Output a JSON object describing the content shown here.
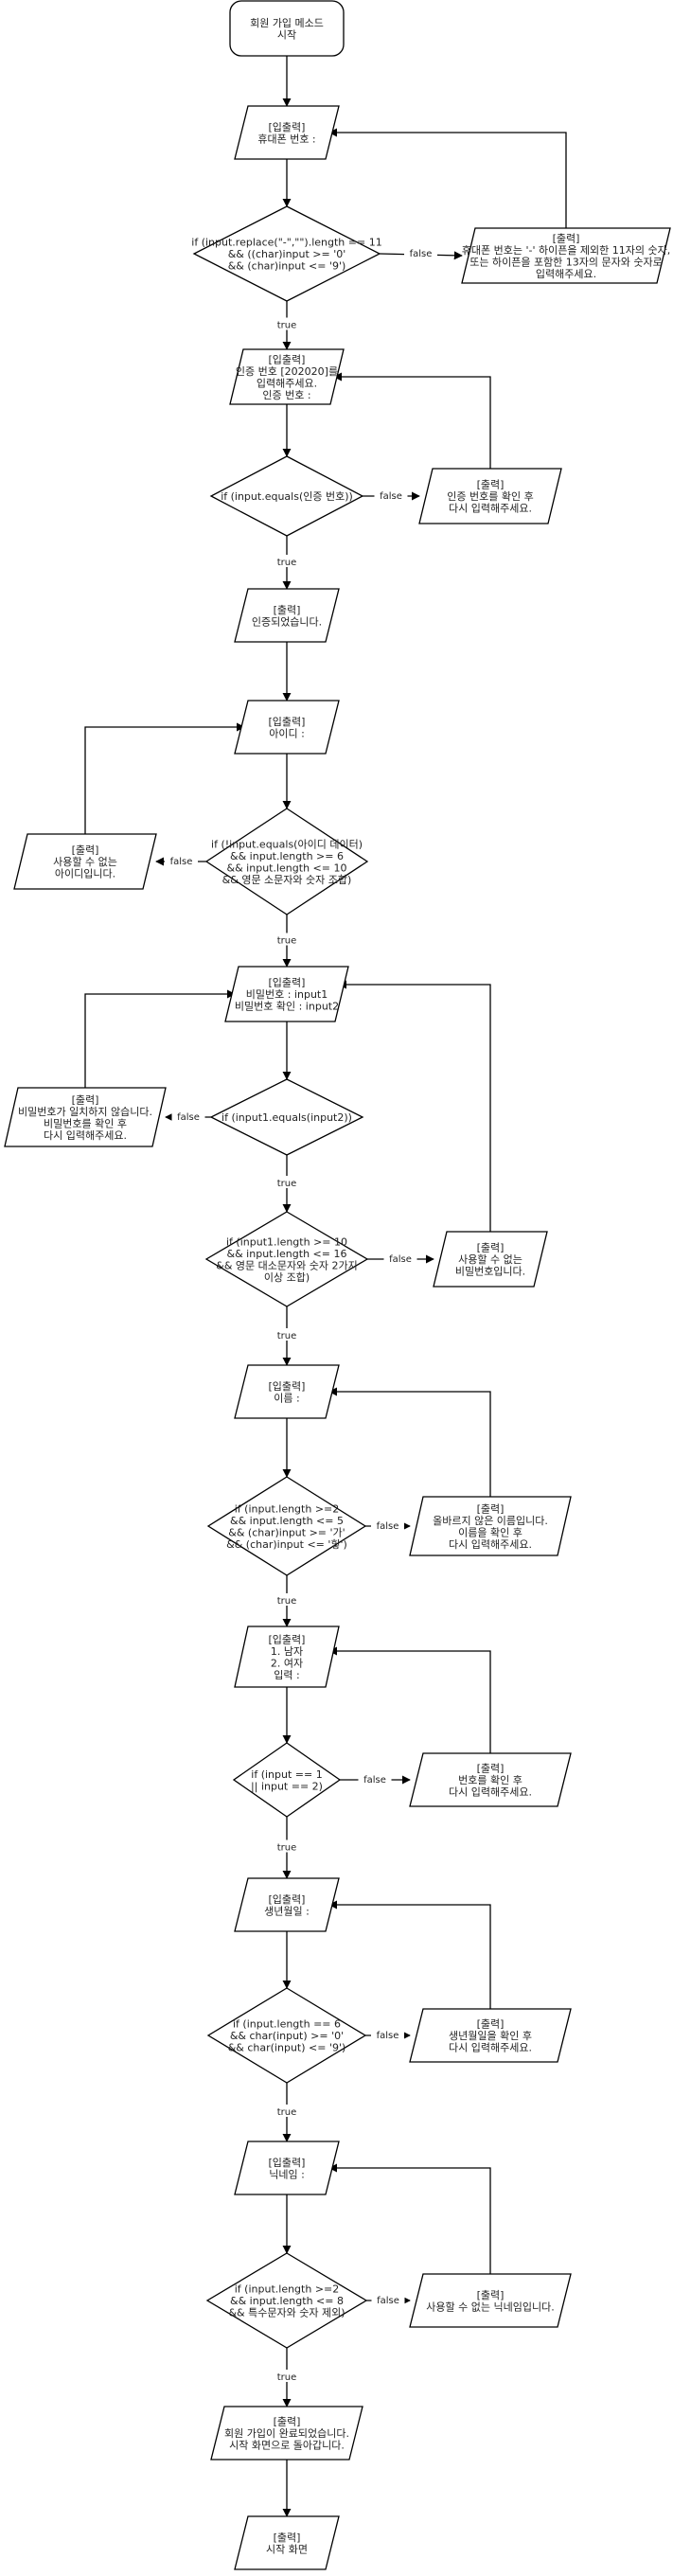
{
  "flowchart": {
    "start": "회원 가입 메소드\n시작",
    "phone_input": "[입출력]\n휴대폰 번호 :",
    "phone_check": "if (input.replace(\"-\",\"\").length == 11\n&&  ((char)input >= '0'\n&& (char)input <= '9')",
    "phone_error": "[출력]\n휴대폰 번호는 '-' 하이픈을 제외한 11자의 숫자,\n또는 하이픈을 포함한 13자의 문자와 숫자로\n입력해주세요.",
    "auth_input": "[입출력]\n인증 번호 [202020]를\n입력해주세요.\n인증 번호 :",
    "auth_check": "if (input.equals(인증 번호))",
    "auth_error": "[출력]\n인증 번호를 확인 후\n다시 입력해주세요.",
    "auth_ok": "[출력]\n인증되었습니다.",
    "id_input": "[입출력]\n아이디 :",
    "id_check": "if (!input.equals(아이디 데이터)\n&& input.length >= 6\n&& input.length <= 10\n&& 영문 소문자와 숫자 조합)",
    "id_error": "[출력]\n사용할 수 없는\n아이디입니다.",
    "pw_input": "[입출력]\n비밀번호 : input1\n비밀번호 확인 : input2",
    "pw_match_check": "if (input1.equals(input2))",
    "pw_match_error": "[출력]\n비밀번호가 일치하지 않습니다.\n비밀번호를 확인 후\n다시 입력해주세요.",
    "pw_rule_check": "if (input1.length >= 10\n&& input.length <= 16\n&& 영문 대소문자와 숫자 2가지\n이상 조합)",
    "pw_rule_error": "[출력]\n사용할 수 없는\n비밀번호입니다.",
    "name_input": "[입출력]\n이름 :",
    "name_check": "if (input.length >=2\n&& input.length <= 5\n&& (char)input >= '가'\n&& (char)input <= '힣')",
    "name_error": "[출력]\n올바르지 않은 이름입니다.\n이름을 확인 후\n다시 입력해주세요.",
    "gender_input": "[입출력]\n1. 남자\n2. 여자\n입력 :",
    "gender_check": "if (input == 1\n|| input == 2)",
    "gender_error": "[출력]\n번호를 확인 후\n다시 입력해주세요.",
    "birth_input": "[입출력]\n생년월일 :",
    "birth_check": "if (input.length == 6\n&& char(input) >= '0'\n&& char(input) <= '9')",
    "birth_error": "[출력]\n생년월일을 확인 후\n다시 입력해주세요.",
    "nick_input": "[입출력]\n닉네임 :",
    "nick_check": "if (input.length >=2\n&& input.length <= 8\n&& 특수문자와 숫자 제외)",
    "nick_error": "[출력]\n사용할 수 없는 닉네임입니다.",
    "done_output": "[출력]\n회원 가입이 완료되었습니다.\n시작 화면으로 돌아갑니다.",
    "end_output": "[출력]\n시작 화면"
  },
  "edge_labels": {
    "true": "true",
    "false": "false"
  }
}
